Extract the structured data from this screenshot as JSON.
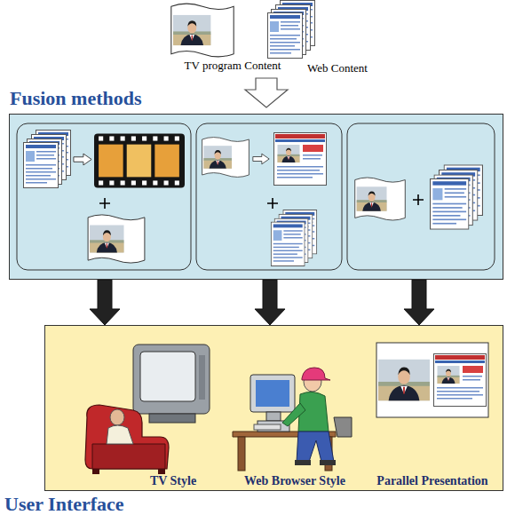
{
  "diagram": {
    "nodes": [
      {
        "text": [
          "Fusion methods"
        ]
      },
      {
        "text": [
          "User Interface"
        ]
      }
    ],
    "edges": [
      {
        "from": 0,
        "to": 1,
        "arrow": "to"
      },
      {
        "from": 0,
        "to": 1,
        "arrow": "to"
      },
      {
        "from": 0,
        "to": 1,
        "arrow": "to"
      }
    ],
    "labels": [
      "TV program Content",
      "Web Content",
      "TV Style",
      "Web Browser Style",
      "Parallel Presentation"
    ]
  }
}
